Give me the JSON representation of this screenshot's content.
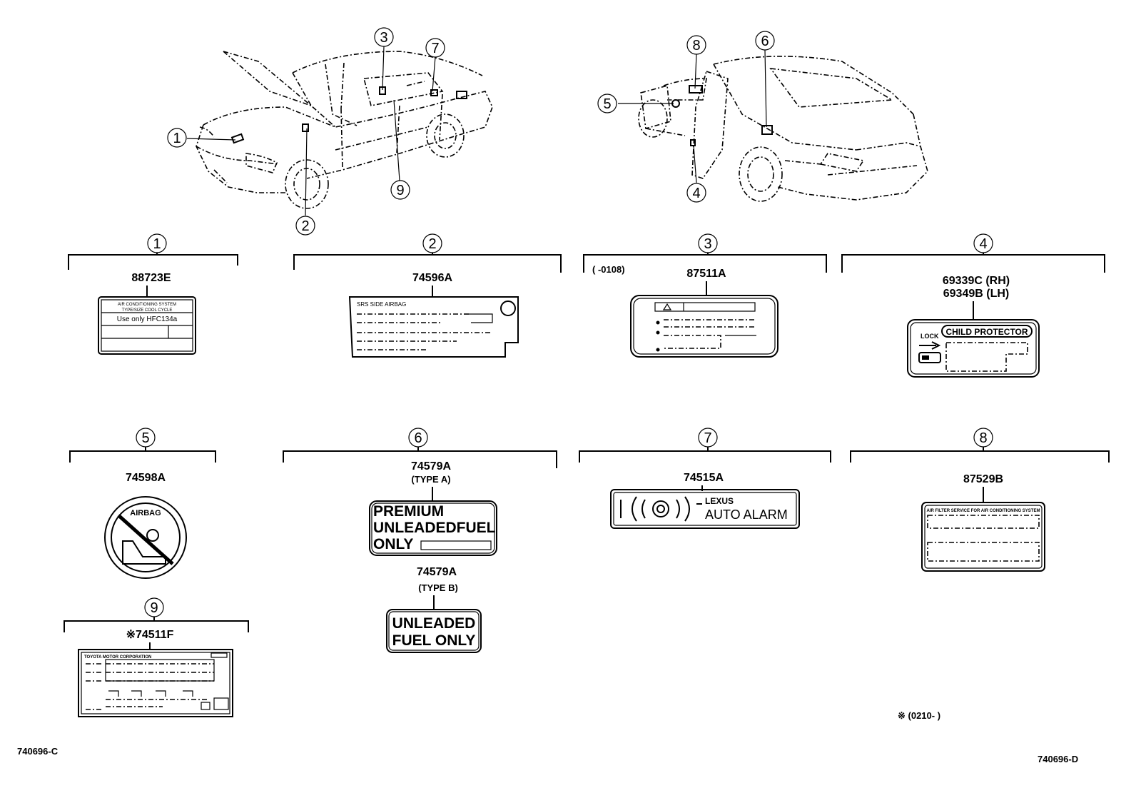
{
  "diagram": {
    "callouts": [
      "1",
      "2",
      "3",
      "4",
      "5",
      "6",
      "7",
      "8",
      "9"
    ],
    "sections": [
      {
        "num": "1",
        "part": "88723E"
      },
      {
        "num": "2",
        "part": "74596A"
      },
      {
        "num": "3",
        "part": "87511A",
        "range": "(        -0108)"
      },
      {
        "num": "4",
        "part": "69339C (RH)",
        "part2": "69349B (LH)"
      },
      {
        "num": "5",
        "part": "74598A"
      },
      {
        "num": "6",
        "part": "74579A",
        "type": "(TYPE A)",
        "part2": "74579A",
        "type2": "(TYPE B)"
      },
      {
        "num": "7",
        "part": "74515A"
      },
      {
        "num": "8",
        "part": "87529B"
      },
      {
        "num": "9",
        "part": "※74511F"
      }
    ],
    "label_texts": {
      "ac_line1": "AIR CONDITIONING SYSTEM",
      "ac_line2": "TYPE/SIZE  COOL  CYCLE",
      "ac_line3": "Use  only  HFC134a",
      "srs": "SRS SIDE AIRBAG",
      "lock": "LOCK",
      "child": "CHILD PROTECTOR",
      "airbag_ring": "AIRBAG",
      "premium1": "PREMIUM",
      "premium2": "UNLEADEDFUEL",
      "premium3": "ONLY",
      "unleaded1": "UNLEADED",
      "unleaded2": "FUEL ONLY",
      "lexus": "LEXUS",
      "auto_alarm": "AUTO ALARM",
      "ac_service": "AIR FILTER SERVICE FOR AIR CONDITIONING SYSTEM",
      "toyota": "TOYOTA  MOTOR  CORPORATION"
    },
    "footnote": "※ (0210-        )",
    "code_left": "740696-C",
    "code_right": "740696-D"
  }
}
